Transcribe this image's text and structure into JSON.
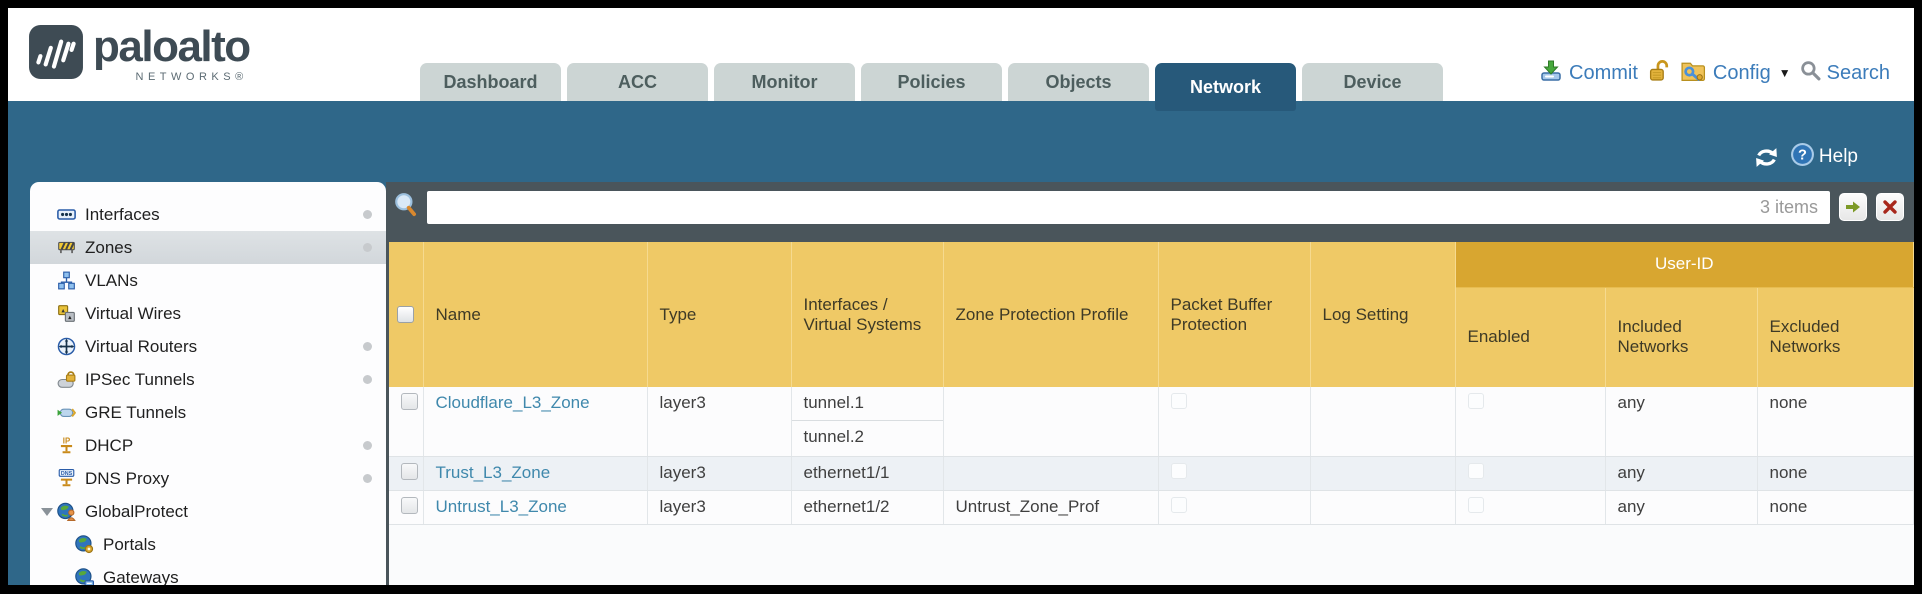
{
  "header": {
    "brand": {
      "name": "paloalto",
      "subtitle": "NETWORKS®"
    },
    "tabs": [
      {
        "label": "Dashboard",
        "active": false
      },
      {
        "label": "ACC",
        "active": false
      },
      {
        "label": "Monitor",
        "active": false
      },
      {
        "label": "Policies",
        "active": false
      },
      {
        "label": "Objects",
        "active": false
      },
      {
        "label": "Network",
        "active": true
      },
      {
        "label": "Device",
        "active": false
      }
    ],
    "actions": {
      "commit_label": "Commit",
      "config_label": "Config",
      "search_label": "Search"
    }
  },
  "subheader": {
    "help_label": "Help"
  },
  "sidebar": {
    "items": [
      {
        "label": "Interfaces",
        "icon": "interfaces-icon",
        "has_status_dot": true,
        "selected": false
      },
      {
        "label": "Zones",
        "icon": "zones-icon",
        "has_status_dot": true,
        "selected": true
      },
      {
        "label": "VLANs",
        "icon": "vlans-icon",
        "has_status_dot": false,
        "selected": false
      },
      {
        "label": "Virtual Wires",
        "icon": "virtual-wires-icon",
        "has_status_dot": false,
        "selected": false
      },
      {
        "label": "Virtual Routers",
        "icon": "virtual-routers-icon",
        "has_status_dot": true,
        "selected": false
      },
      {
        "label": "IPSec Tunnels",
        "icon": "ipsec-tunnels-icon",
        "has_status_dot": true,
        "selected": false
      },
      {
        "label": "GRE Tunnels",
        "icon": "gre-tunnels-icon",
        "has_status_dot": false,
        "selected": false
      },
      {
        "label": "DHCP",
        "icon": "dhcp-icon",
        "has_status_dot": true,
        "selected": false
      },
      {
        "label": "DNS Proxy",
        "icon": "dns-proxy-icon",
        "has_status_dot": true,
        "selected": false
      },
      {
        "label": "GlobalProtect",
        "icon": "globalprotect-icon",
        "has_status_dot": false,
        "selected": false,
        "expanded": true
      },
      {
        "label": "Portals",
        "icon": "portals-icon",
        "has_status_dot": false,
        "selected": false,
        "child": true
      },
      {
        "label": "Gateways",
        "icon": "gateways-icon",
        "has_status_dot": false,
        "selected": false,
        "child": true
      }
    ]
  },
  "toolbar": {
    "filter_value": "",
    "items_count": "3 items"
  },
  "table": {
    "group_header": "User-ID",
    "columns": [
      "Name",
      "Type",
      "Interfaces / Virtual Systems",
      "Zone Protection Profile",
      "Packet Buffer Protection",
      "Log Setting",
      "Enabled",
      "Included Networks",
      "Excluded Networks"
    ],
    "rows": [
      {
        "name": "Cloudflare_L3_Zone",
        "type": "layer3",
        "interfaces": [
          "tunnel.1",
          "tunnel.2"
        ],
        "zone_protection_profile": "",
        "included_networks": "any",
        "excluded_networks": "none"
      },
      {
        "name": "Trust_L3_Zone",
        "type": "layer3",
        "interfaces": [
          "ethernet1/1"
        ],
        "zone_protection_profile": "",
        "included_networks": "any",
        "excluded_networks": "none"
      },
      {
        "name": "Untrust_L3_Zone",
        "type": "layer3",
        "interfaces": [
          "ethernet1/2"
        ],
        "zone_protection_profile": "Untrust_Zone_Prof",
        "included_networks": "any",
        "excluded_networks": "none"
      }
    ]
  },
  "colors": {
    "band_teal": "#2f6789",
    "active_tab": "#27597a",
    "content_slate": "#4a555b",
    "header_yellow": "#efc966",
    "user_id_band": "#d8a630",
    "link_blue": "#3f88ac",
    "action_blue": "#3c7cba"
  }
}
